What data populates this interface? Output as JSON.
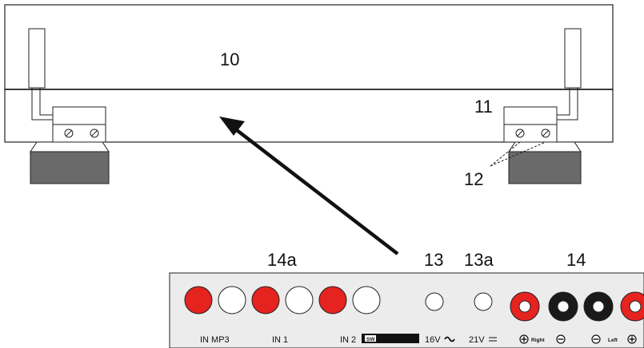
{
  "labels": {
    "l10": "10",
    "l11": "11",
    "l12": "12",
    "l13": "13",
    "l13a": "13a",
    "l14": "14",
    "l14a": "14a"
  },
  "panel": {
    "in_mp3": "IN MP3",
    "in1": "IN 1",
    "in2": "IN 2",
    "sw": "SW",
    "v16": "16V",
    "v21": "21V",
    "right": "Right",
    "left": "Left"
  },
  "colors": {
    "red": "#e5231f",
    "black": "#1a1a1a",
    "gray_block": "#6a6a6a",
    "panel_bg": "#ececec"
  }
}
